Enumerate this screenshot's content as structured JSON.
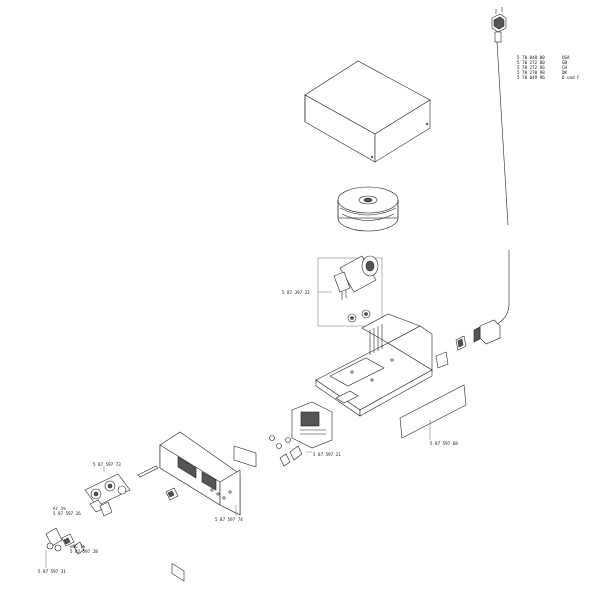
{
  "parts": {
    "mains_cable": {
      "codes": [
        "5 70 048 00",
        "5 70 272 00",
        "5 70 272 96",
        "5 70 270 98",
        "5 70 049 96"
      ],
      "regions": [
        "USA",
        "GB",
        "CH",
        "DK",
        "D und F"
      ]
    },
    "motor": "5 87 397 22",
    "rear_panel": "5 87 597 68",
    "circuit_board": "5 87 597 21",
    "knob_set": "5 87 597 73",
    "front_panel": "5 87 597 74",
    "socket_a": {
      "label": "Ar 1%",
      "code": "5 87 597 26"
    },
    "socket_b": {
      "label": "eNC 1%",
      "code": "5 87 597 28"
    },
    "base_part": "5 87 597 31"
  }
}
